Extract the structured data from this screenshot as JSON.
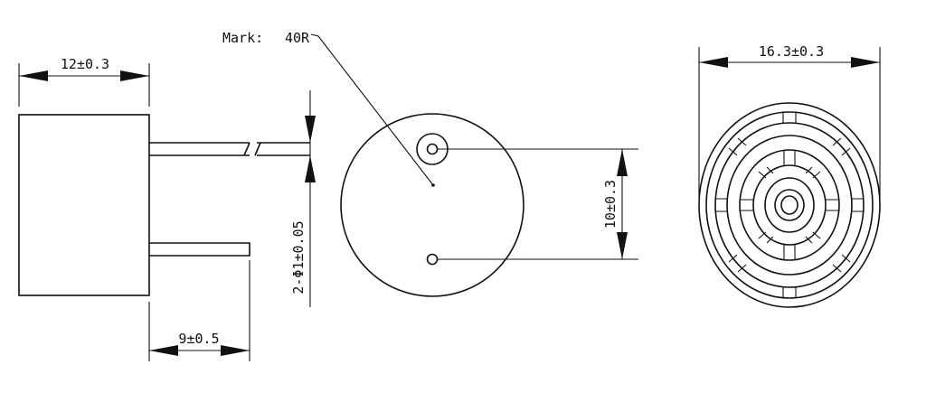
{
  "dimensions": {
    "body_width": "12±0.3",
    "lead_length": "9±0.5",
    "pin_diameter": "2-Φ1±0.05",
    "pin_spacing": "10±0.3",
    "outer_diameter": "16.3±0.3"
  },
  "mark": {
    "label": "Mark:",
    "code": "40R"
  },
  "colors": {
    "line": "#111111",
    "background": "#ffffff"
  }
}
